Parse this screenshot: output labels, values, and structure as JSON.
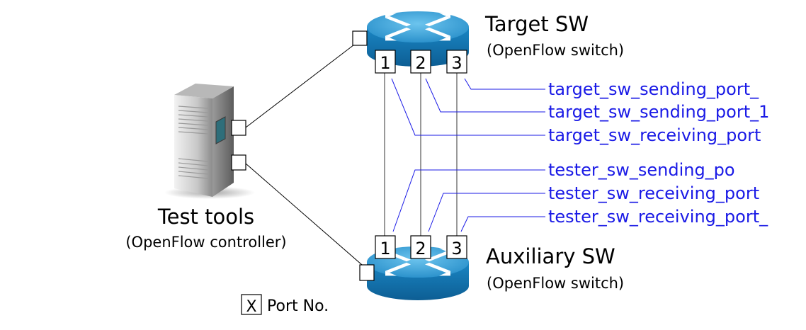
{
  "target_switch": {
    "title": "Target SW",
    "subtitle": "(OpenFlow switch)",
    "ports": [
      "1",
      "2",
      "3"
    ]
  },
  "auxiliary_switch": {
    "title": "Auxiliary SW",
    "subtitle": "(OpenFlow switch)",
    "ports": [
      "1",
      "2",
      "3"
    ]
  },
  "test_tools": {
    "title": "Test tools",
    "subtitle": "(OpenFlow controller)"
  },
  "port_labels": [
    "target_sw_sending_port_",
    "target_sw_sending_port_1",
    "target_sw_receiving_port",
    "tester_sw_sending_po",
    "tester_sw_receiving_port",
    "tester_sw_receiving_port_"
  ],
  "legend": {
    "symbol": "X",
    "text": "Port No."
  },
  "colors": {
    "router_top": "#3aa0d6",
    "router_side": "#1278b4",
    "label_blue": "#1a1ae6"
  }
}
